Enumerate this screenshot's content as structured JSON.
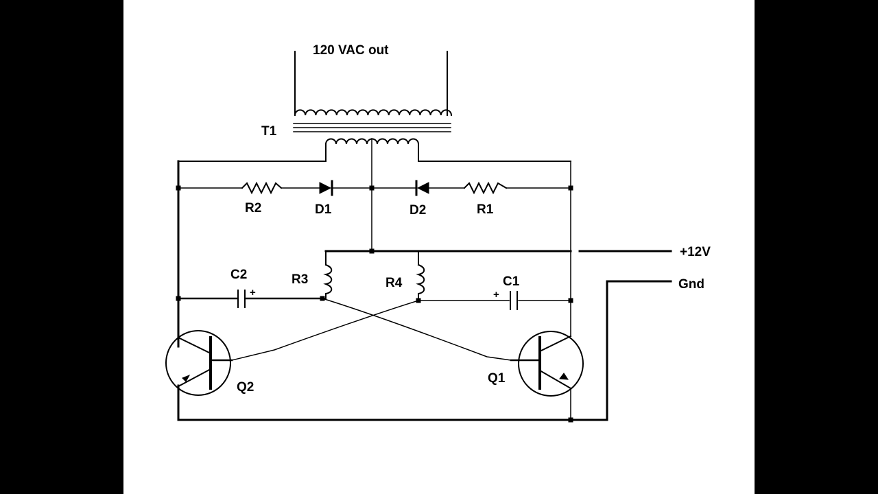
{
  "transformer": {
    "output_label": "120 VAC out",
    "name": "T1"
  },
  "components": {
    "R1": "R1",
    "R2": "R2",
    "R3": "R3",
    "R4": "R4",
    "D1": "D1",
    "D2": "D2",
    "C1": "C1",
    "C2": "C2",
    "Q1": "Q1",
    "Q2": "Q2"
  },
  "terminals": {
    "positive": "+12V",
    "ground": "Gnd"
  },
  "polarity": {
    "plus": "+"
  },
  "colors": {
    "background": "#000000",
    "panel": "#ffffff",
    "ink": "#000000"
  }
}
